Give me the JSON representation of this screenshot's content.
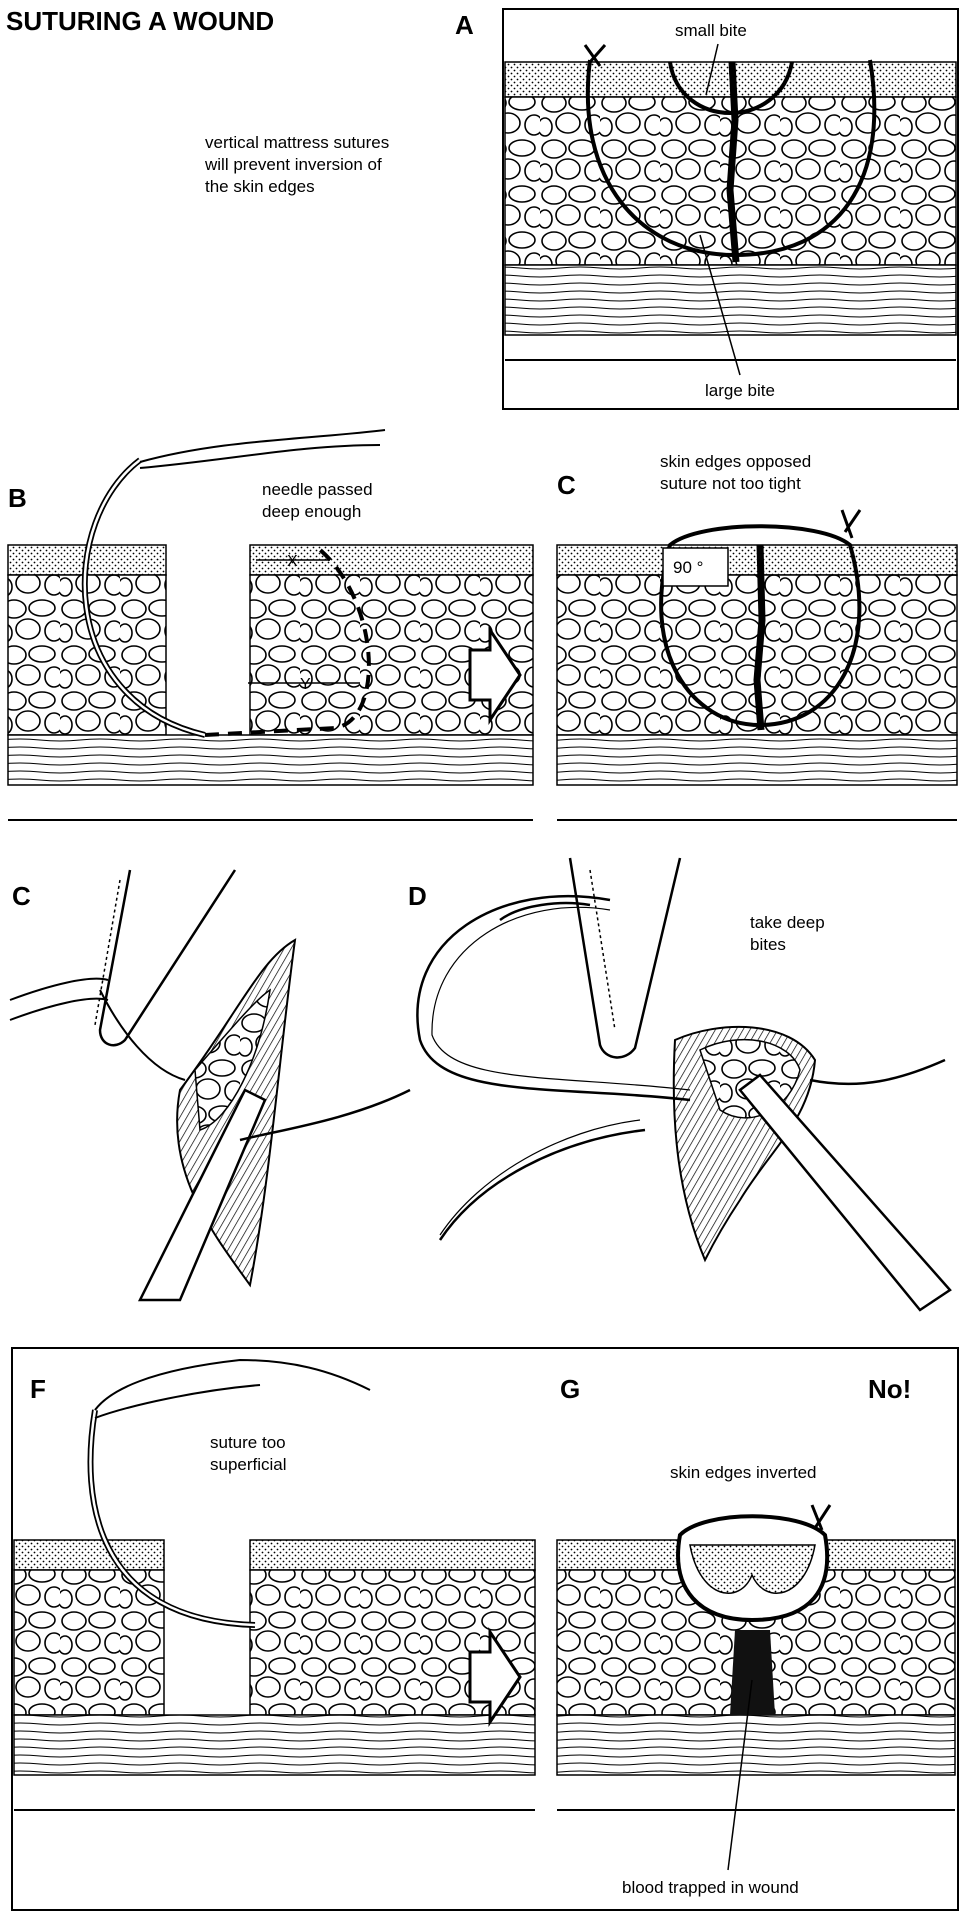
{
  "title": "SUTURING A WOUND",
  "intro_lines": [
    "vertical mattress sutures",
    "will prevent inversion of",
    "the skin edges"
  ],
  "panels": {
    "A": {
      "letter": "A",
      "labels": [
        "small bite",
        "large bite"
      ]
    },
    "B": {
      "letter": "B",
      "caption": [
        "needle passed",
        "deep enough"
      ],
      "measures": [
        "X",
        "Y"
      ]
    },
    "C1": {
      "letter": "C",
      "caption": [
        "skin edges opposed",
        "suture not too tight"
      ],
      "angle": "90 °"
    },
    "C2": {
      "letter": "C"
    },
    "D": {
      "letter": "D",
      "caption": [
        "take deep",
        "bites"
      ]
    },
    "F": {
      "letter": "F",
      "caption": [
        "suture too",
        "superficial"
      ]
    },
    "G": {
      "letter": "G",
      "warning": "No!",
      "caption": "skin edges inverted",
      "bottom_label": "blood trapped in wound"
    }
  },
  "icons": [
    "arrow-right-outline-icon",
    "needle-icon",
    "forceps-icon",
    "suture-knot-icon"
  ]
}
